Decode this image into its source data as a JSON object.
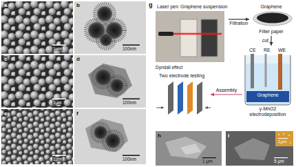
{
  "diagram": {
    "nodes": [
      {
        "text": [
          "Laser pen",
          "Graphene suspension"
        ]
      },
      {
        "text": [
          "Graphene",
          "Filter paper"
        ]
      },
      {
        "text": [
          "CE",
          "RE",
          "WE",
          "Graphene",
          "γ-MnO2 electrodeposition"
        ]
      },
      {
        "text": [
          "Two electrode testing"
        ]
      }
    ],
    "edges": [
      {
        "from": 0,
        "to": 1,
        "label": "Filtration",
        "arrow": "to"
      },
      {
        "from": 1,
        "to": 2,
        "label": "cut",
        "arrow": "to"
      },
      {
        "from": 2,
        "to": 3,
        "label": "Assembly",
        "arrow": "to"
      }
    ],
    "labels": [
      "a",
      "1μm",
      "b",
      "100nm",
      "c",
      "1μm",
      "d",
      "100nm",
      "e",
      "1μm",
      "f",
      "100nm",
      "g",
      "Dyndall effect",
      "h",
      "1 μm",
      "i",
      "2 μm",
      "5 μm"
    ]
  }
}
